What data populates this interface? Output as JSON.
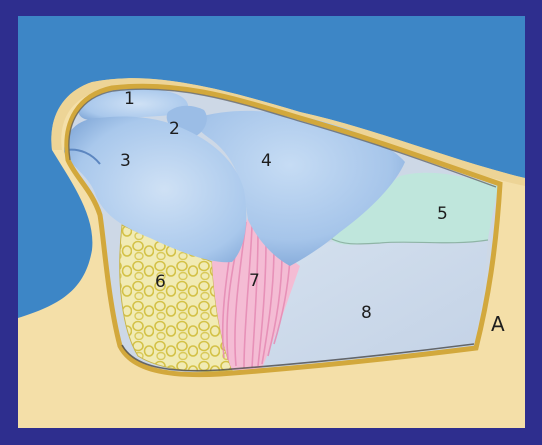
{
  "figure": {
    "panel_label": "A",
    "region_labels": [
      "1",
      "2",
      "3",
      "4",
      "5",
      "6",
      "7",
      "8"
    ]
  },
  "colors": {
    "frame": "#2e2e8e",
    "sky": "#3d86c6",
    "tissue": "#f4dfa8",
    "membrane_blue": "#a6c5ea",
    "region_5": "#bfe6dc",
    "region_6": "#efe7a6",
    "region_7": "#f0a6c8",
    "region_8": "#c9d8ea",
    "capsule": "#d9b24a",
    "ink": "#1d1d1d"
  }
}
